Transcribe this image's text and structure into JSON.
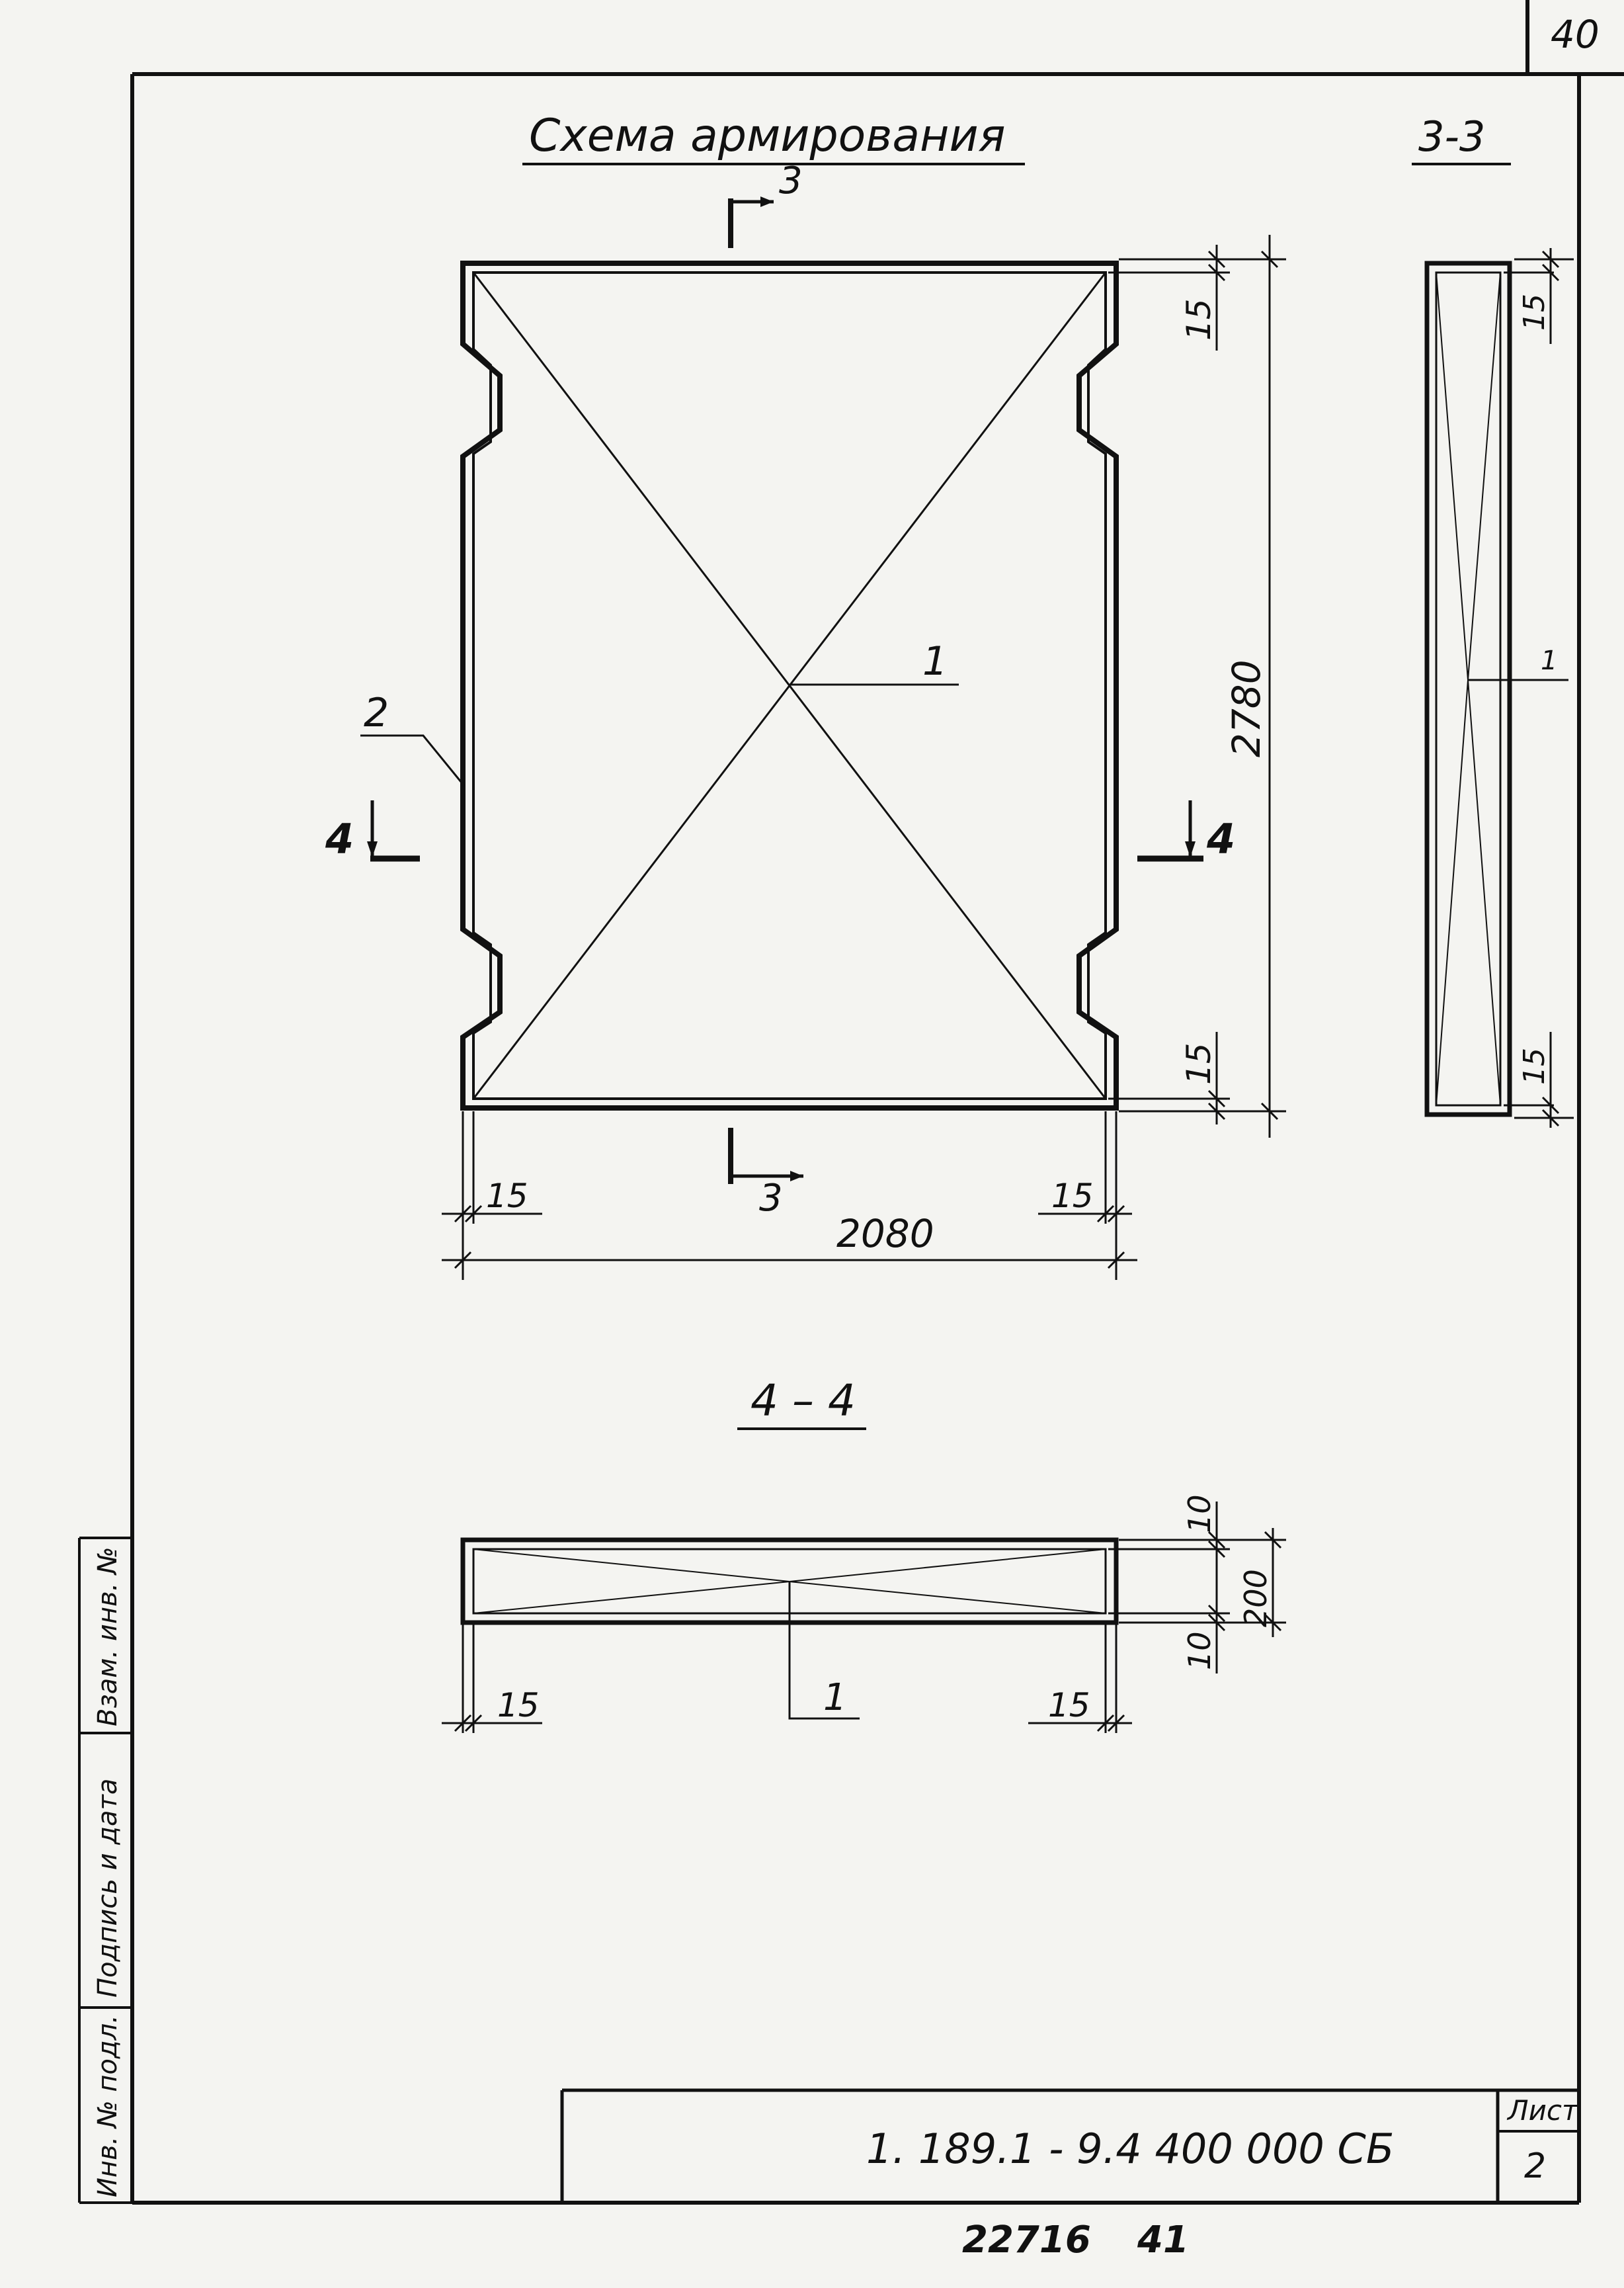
{
  "sheet": {
    "corner_number": "40",
    "document_code": "1. 189.1 - 9.4   400 000 СБ",
    "sheet_label": "Лист",
    "sheet_number": "2",
    "inventory_number": "22716",
    "page_number": "41"
  },
  "side_stamp": {
    "inv_podl": "Инв. № подл.",
    "signature_date": "Подпись и дата",
    "vzam_inv": "Взам. инв. №"
  },
  "plan": {
    "title": "Схема армирования",
    "section_mark": "3",
    "side_mark": "4",
    "callout_1": "1",
    "callout_2": "2",
    "dim_width": "2080",
    "dim_height": "2780",
    "dim_cover": "15"
  },
  "section_33": {
    "title": "3-3",
    "callout_1": "1",
    "dim_cover": "15"
  },
  "section_44": {
    "title": "4 – 4",
    "callout_1": "1",
    "dim_cover": "15",
    "dim_top": "10",
    "dim_bottom": "10",
    "dim_thickness": "200"
  }
}
